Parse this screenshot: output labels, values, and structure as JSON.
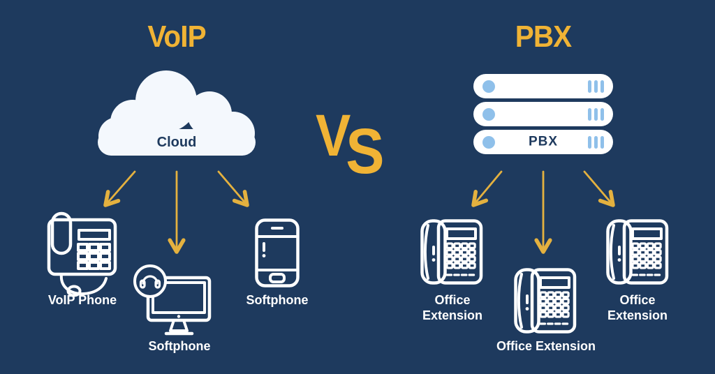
{
  "titles": {
    "left": "VoIP",
    "right": "PBX",
    "versus_v": "V",
    "versus_s": "S"
  },
  "left_section": {
    "hub_label": "Cloud",
    "devices": [
      {
        "label": "VoIP Phone"
      },
      {
        "label": "Softphone"
      },
      {
        "label": "Softphone"
      }
    ]
  },
  "right_section": {
    "hub_label": "PBX",
    "devices": [
      {
        "label": "Office Extension"
      },
      {
        "label": "Office Extension"
      },
      {
        "label": "Office Extension"
      }
    ]
  },
  "colors": {
    "bg": "#1e3a5e",
    "accent": "#f0b335",
    "arrow": "#e4b13f",
    "white": "#ffffff",
    "cloud": "#f4f8fd",
    "lightblue": "#8fc0ea",
    "navy-text": "#1e3a5e"
  }
}
